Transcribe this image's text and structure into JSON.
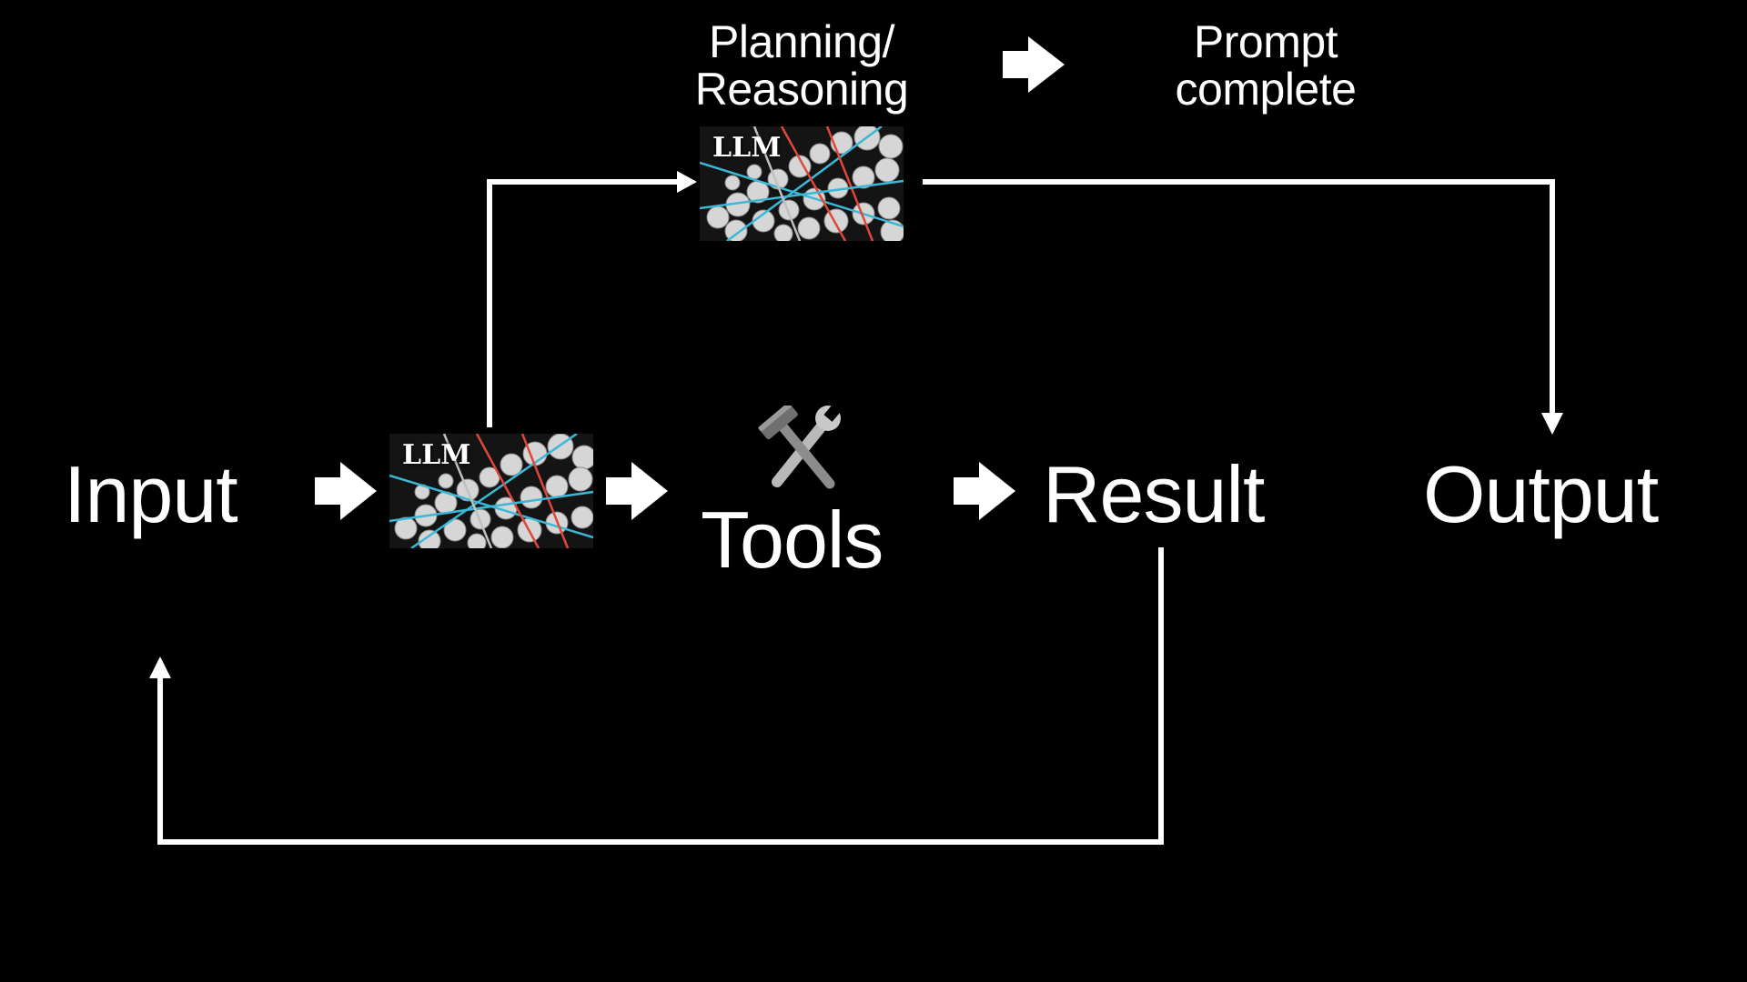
{
  "nodes": {
    "input": "Input",
    "tools": "Tools",
    "result": "Result",
    "output": "Output",
    "planning": "Planning/\nReasoning",
    "prompt_complete": "Prompt\ncomplete",
    "llm_main_tag": "LLM",
    "llm_top_tag": "LLM"
  },
  "icons": {
    "tools": "hammer-and-wrench-icon",
    "arrow": "right-arrow-icon"
  },
  "colors": {
    "background": "#000000",
    "foreground": "#ffffff",
    "llm_line_red": "#e0473a",
    "llm_line_blue": "#3bb8d6",
    "llm_sphere": "#d8d8d8"
  }
}
